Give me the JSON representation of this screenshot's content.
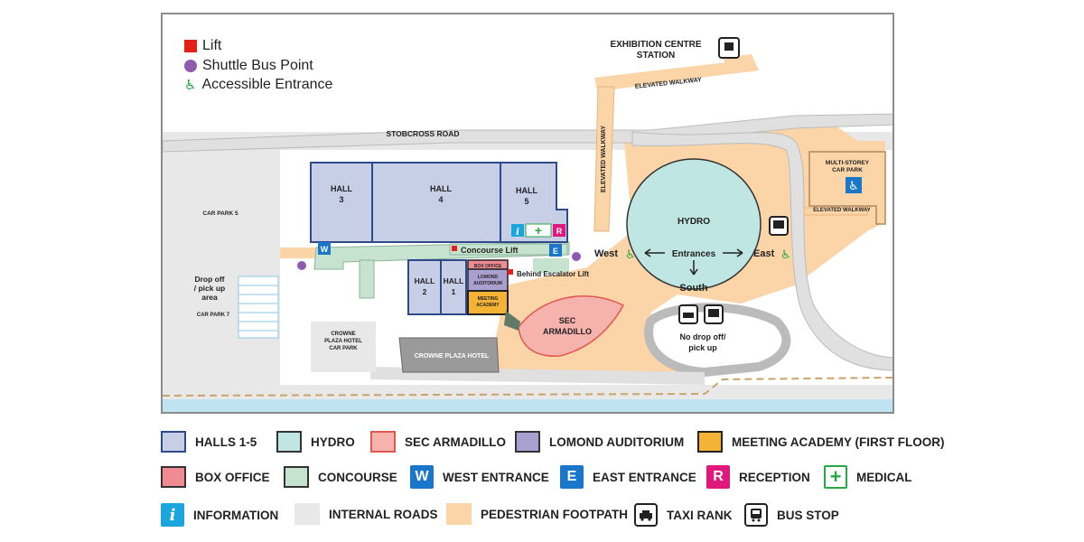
{
  "legend_top": {
    "lift": "Lift",
    "shuttle": "Shuttle Bus Point",
    "accessible": "Accessible Entrance"
  },
  "map_labels": {
    "station": [
      "EXHIBITION CENTRE",
      "STATION"
    ],
    "elevated_walkway": "ELEVATED WALKWAY",
    "road": "STOBCROSS ROAD",
    "hall3": [
      "HALL",
      "3"
    ],
    "hall4": [
      "HALL",
      "4"
    ],
    "hall5": [
      "HALL",
      "5"
    ],
    "hall2": [
      "HALL",
      "2"
    ],
    "hall1": [
      "HALL",
      "1"
    ],
    "box_office": "BOX OFFICE",
    "lomond": [
      "LOMOND",
      "AUDITORIUM"
    ],
    "meeting": [
      "MEETING",
      "ACADEMY"
    ],
    "concourse_lift": "Concourse Lift",
    "behind_lift": "Behind Escalator Lift",
    "hydro": "HYDRO",
    "entrances": "Entrances",
    "west": "West",
    "east": "East",
    "south": "South",
    "armadillo": [
      "SEC",
      "ARMADILLO"
    ],
    "no_drop": [
      "No drop off/",
      "pick up"
    ],
    "multi_storey": [
      "MULTI-STOREY",
      "CAR PARK"
    ],
    "car_park5": "CAR PARK 5",
    "drop_off": [
      "Drop off",
      "/ pick up",
      "area"
    ],
    "car_park7": "CAR PARK 7",
    "crowne_car_park": [
      "CROWNE",
      "PLAZA HOTEL",
      "CAR PARK"
    ],
    "crowne_hotel": "CROWNE PLAZA HOTEL",
    "w": "W",
    "e": "E",
    "r": "R",
    "i": "i"
  },
  "legend_bottom": [
    {
      "key": "halls",
      "label": "HALLS 1-5",
      "color": "#c7cfe6",
      "border": "#2e4a8c"
    },
    {
      "key": "hydro",
      "label": "HYDRO",
      "color": "#bfe6e2",
      "border": "#333333"
    },
    {
      "key": "armadillo",
      "label": "SEC ARMADILLO",
      "color": "#f6b3ad",
      "border": "#e0584e"
    },
    {
      "key": "lomond",
      "label": "LOMOND AUDITORIUM",
      "color": "#a9a0cf",
      "border": "#333333"
    },
    {
      "key": "meeting",
      "label": "MEETING ACADEMY (FIRST FLOOR)",
      "color": "#f5b335",
      "border": "#222222"
    },
    {
      "key": "boxoffice",
      "label": "BOX OFFICE",
      "color": "#f08a93",
      "border": "#333333"
    },
    {
      "key": "concourse",
      "label": "CONCOURSE",
      "color": "#c5e3cf",
      "border": "#333333"
    },
    {
      "key": "west",
      "label": "WEST ENTRANCE",
      "badge": "W",
      "color": "#1976c8"
    },
    {
      "key": "east",
      "label": "EAST ENTRANCE",
      "badge": "E",
      "color": "#1976c8"
    },
    {
      "key": "reception",
      "label": "RECEPTION",
      "badge": "R",
      "color": "#e0187c"
    },
    {
      "key": "medical",
      "label": "MEDICAL",
      "icon": "medical-cross-icon",
      "color": "#27a844"
    },
    {
      "key": "information",
      "label": "INFORMATION",
      "icon": "information-icon",
      "color": "#1aa6dd"
    },
    {
      "key": "roads",
      "label": "INTERNAL ROADS",
      "color": "#e8e8e8",
      "border": "none"
    },
    {
      "key": "footpath",
      "label": "PEDESTRIAN FOOTPATH",
      "color": "#fbd5a7",
      "border": "none"
    },
    {
      "key": "taxi",
      "label": "TAXI RANK",
      "icon": "taxi-icon"
    },
    {
      "key": "bus",
      "label": "BUS STOP",
      "icon": "bus-icon"
    }
  ]
}
